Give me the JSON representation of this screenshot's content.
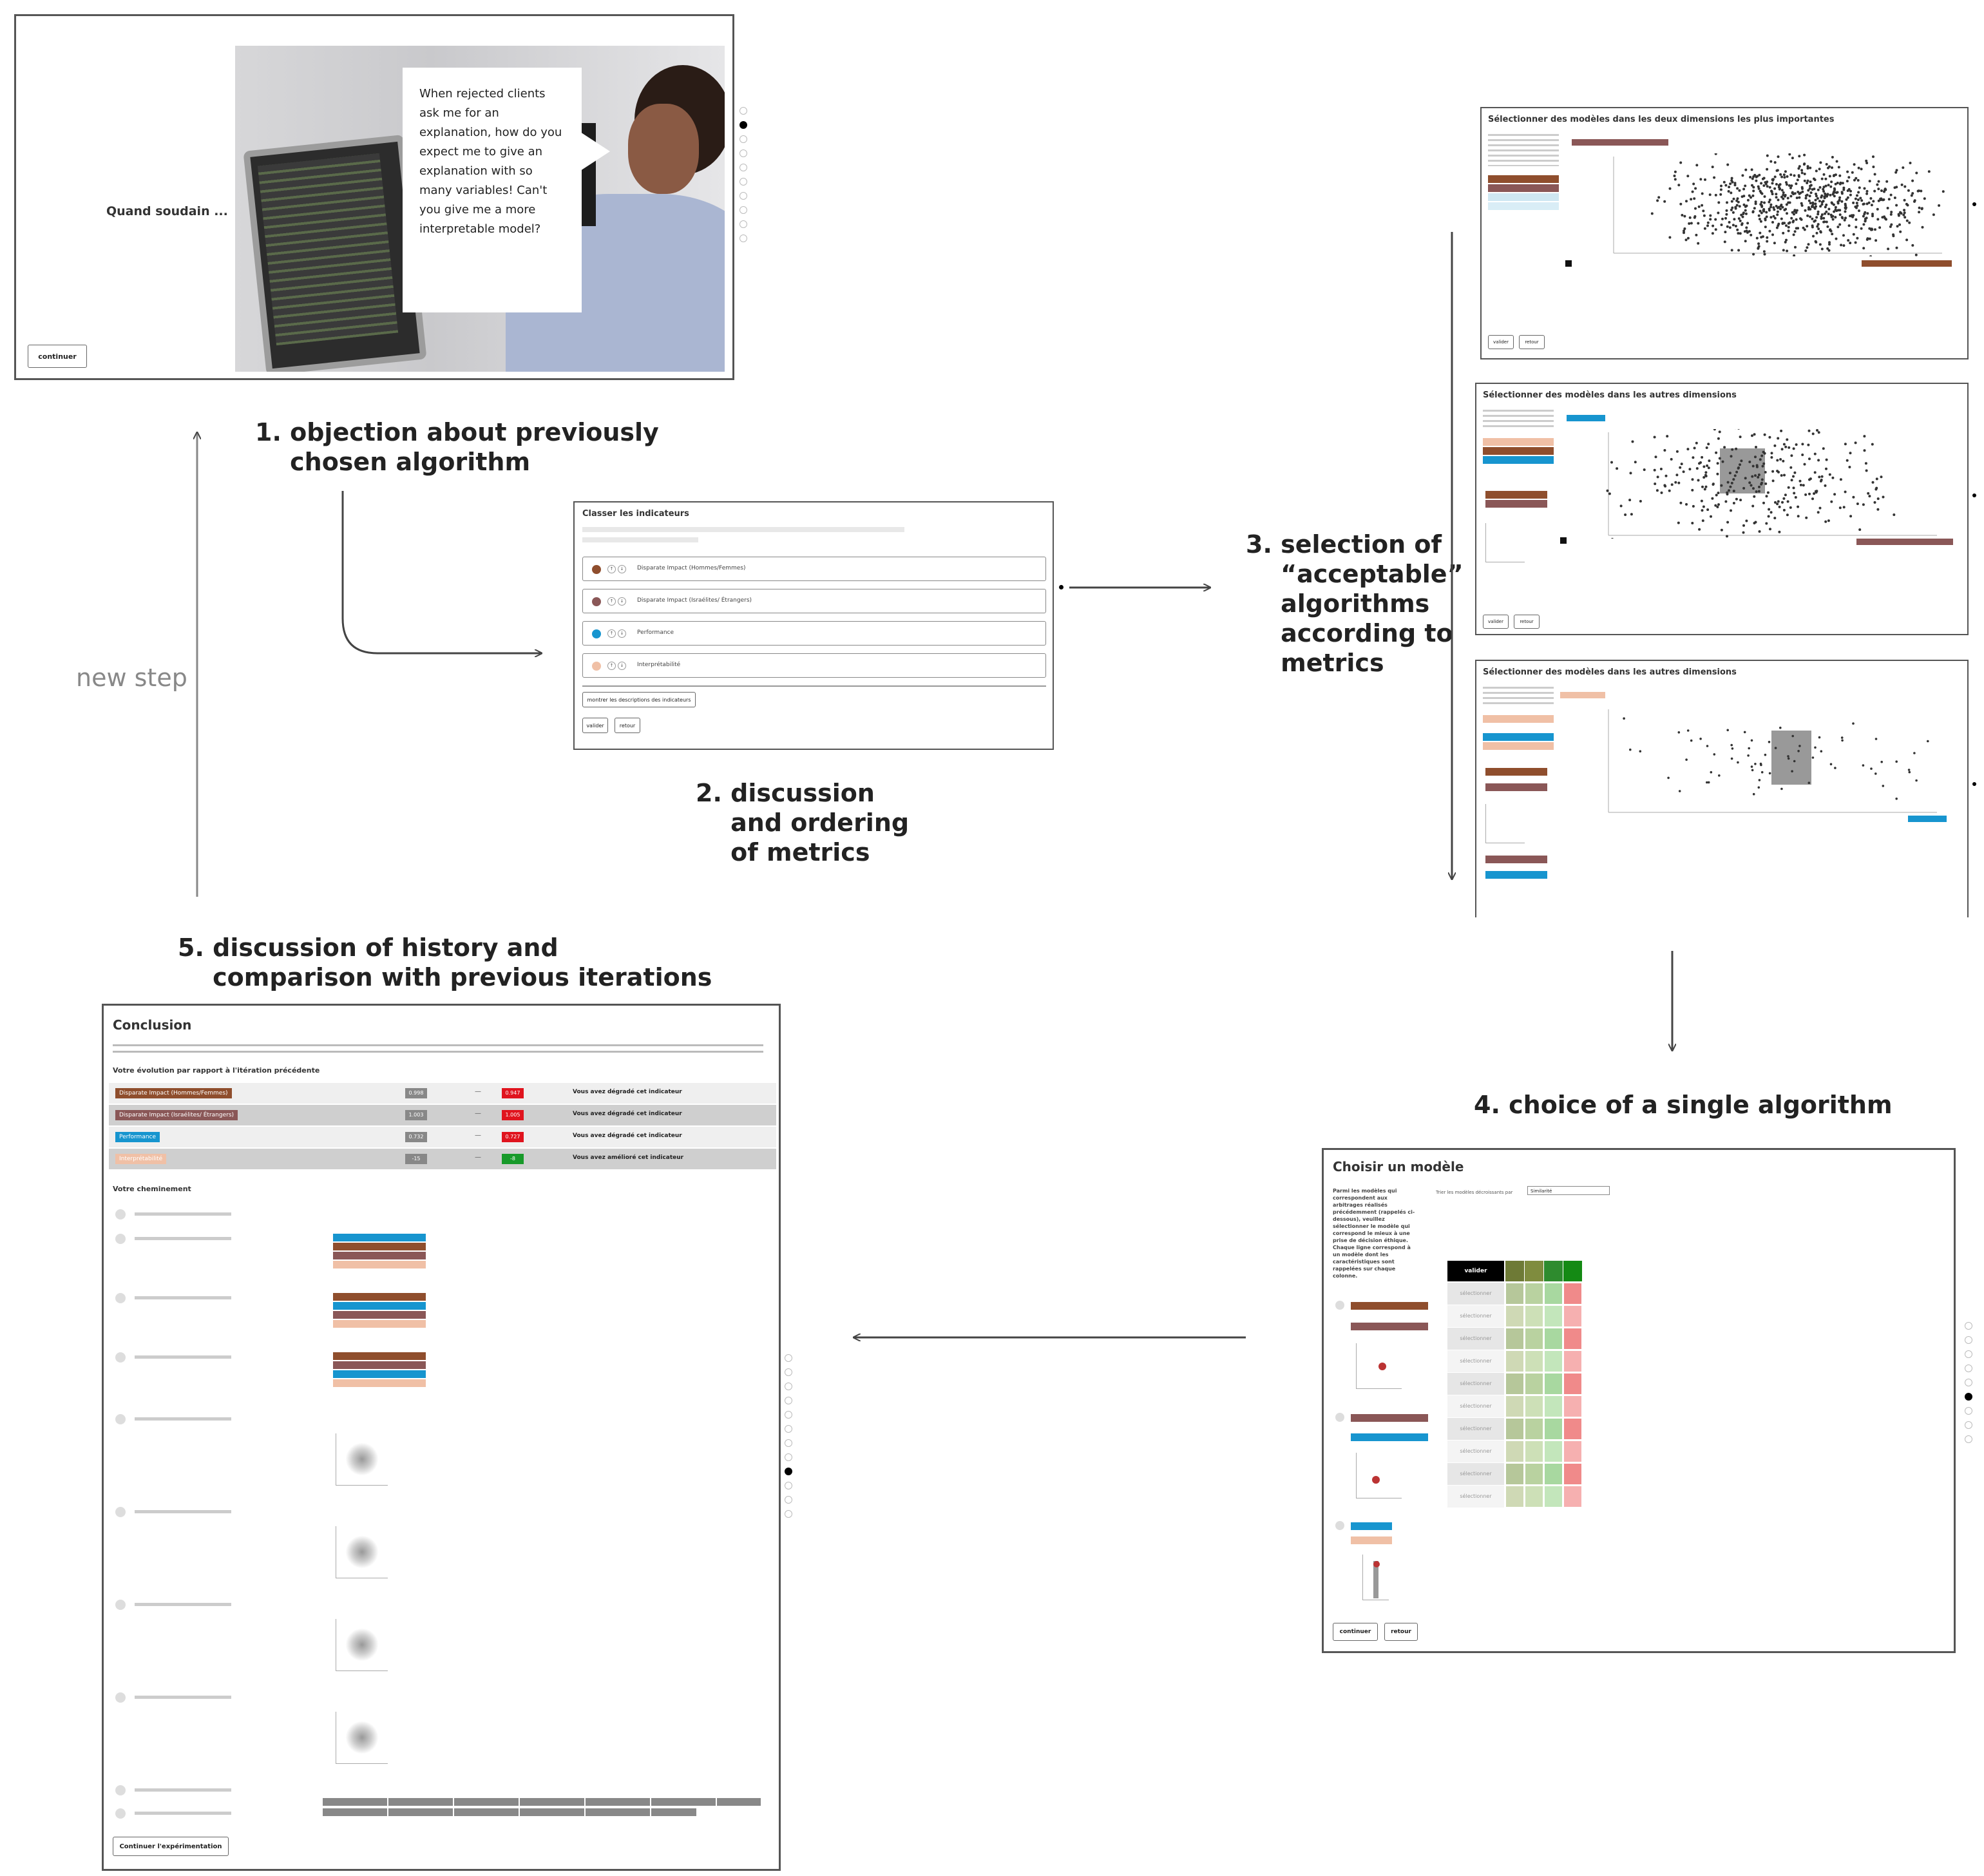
{
  "steps": {
    "step1": {
      "number": "1.",
      "label": "objection about previously\nchosen algorithm"
    },
    "step2": {
      "number": "2.",
      "label": "discussion\nand ordering\nof metrics"
    },
    "step3": {
      "number": "3.",
      "label": "selection of\n“acceptable”\nalgorithms\naccording to\nmetrics"
    },
    "step4": {
      "number": "4.",
      "label": "choice of a single algorithm"
    },
    "step5": {
      "number": "5.",
      "label": "discussion of history and\ncomparison with previous iterations"
    },
    "new_step": "new step"
  },
  "panel1": {
    "side_text": "Quand soudain ...",
    "speech": "When rejected clients ask me for an explanation, how do you expect me to give an explanation with so many variables! Can't you give me a more interpretable model?",
    "continue_button": "continuer"
  },
  "panel2": {
    "title": "Classer les indicateurs",
    "metrics": [
      {
        "label": "Disparate Impact (Hommes/Femmes)",
        "color": "#8f4e2d"
      },
      {
        "label": "Disparate Impact (Israélites/ Étrangers)",
        "color": "#8a5757"
      },
      {
        "label": "Performance",
        "color": "#1795cf"
      },
      {
        "label": "Interprétabilité",
        "color": "#f0c0a6"
      }
    ],
    "show_desc_button": "montrer les descriptions des indicateurs",
    "validate_button": "valider",
    "back_button": "retour"
  },
  "panel3a": {
    "title": "Sélectionner des modèles dans les deux dimensions les plus importantes",
    "validate_button": "valider",
    "back_button": "retour"
  },
  "panel3b": {
    "title": "Sélectionner des modèles dans les autres dimensions",
    "validate_button": "valider",
    "back_button": "retour"
  },
  "panel3c": {
    "title": "Sélectionner des modèles dans les autres dimensions"
  },
  "panel4": {
    "title": "Choisir un modèle",
    "intro": "Parmi les modèles qui correspondent aux arbitrages réalisés précédemment (rappelés ci-dessous), veuillez sélectionner le modèle qui correspond le mieux à une prise de décision éthique. Chaque ligne correspond à un modèle dont les caractéristiques sont rappelées sur chaque colonne.",
    "sort_label": "Trier les modèles décroissants par",
    "sort_value": "Similarité",
    "header_validate": "valider",
    "select_label": "sélectionner",
    "continue_button": "continuer",
    "back_button": "retour"
  },
  "panel5": {
    "title": "Conclusion",
    "evolution_heading": "Votre évolution par rapport à l'itération précédente",
    "rows": [
      {
        "tag": "Disparate Impact (Hommes/Femmes)",
        "color": "#8f4e2d",
        "prev": "0.998",
        "curr": "0.947",
        "curr_color": "#e0141e",
        "msg": "Vous avez dégradé cet indicateur"
      },
      {
        "tag": "Disparate Impact (Israélites/ Étrangers)",
        "color": "#8a5757",
        "prev": "1.003",
        "curr": "1.005",
        "curr_color": "#e0141e",
        "msg": "Vous avez dégradé cet indicateur"
      },
      {
        "tag": "Performance",
        "color": "#1795cf",
        "prev": "0.732",
        "curr": "0.727",
        "curr_color": "#e0141e",
        "msg": "Vous avez dégradé cet indicateur"
      },
      {
        "tag": "Interprétabilité",
        "color": "#f0c0a6",
        "prev": "-15",
        "curr": "-8",
        "curr_color": "#189a2a",
        "msg": "Vous avez amélioré cet indicateur"
      }
    ],
    "path_heading": "Votre cheminement",
    "continue_button": "Continuer l'expérimentation"
  },
  "colors": {
    "brown": "#8f4e2d",
    "mauve": "#8a5757",
    "blue": "#1795cf",
    "peach": "#f0c0a6",
    "green": "#189a2a",
    "red": "#e0141e"
  }
}
